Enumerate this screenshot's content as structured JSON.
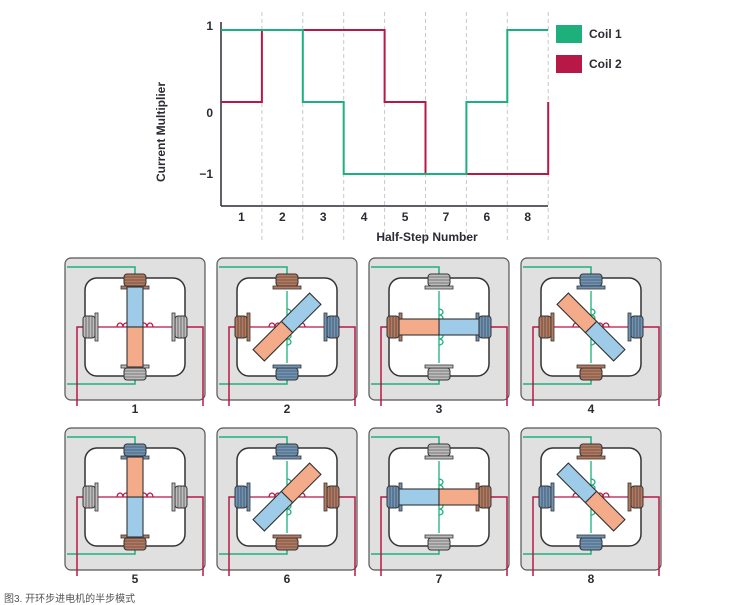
{
  "chart": {
    "ylabel": "Current Multiplier",
    "xlabel": "Half-Step Number",
    "y_ticks": [
      "1",
      "0",
      "−1"
    ],
    "x_ticks": [
      "1",
      "2",
      "3",
      "4",
      "5",
      "7",
      "6",
      "8"
    ],
    "legend": [
      {
        "label": "Coil 1",
        "color": "#1db07d"
      },
      {
        "label": "Coil 2",
        "color": "#b81846"
      }
    ],
    "coil1_levels": [
      1,
      1,
      0,
      -1,
      -1,
      -1,
      0,
      1
    ],
    "coil2_levels": [
      0,
      1,
      1,
      1,
      0,
      -1,
      -1,
      -1
    ],
    "coil2_end_level": 0
  },
  "panels": [
    {
      "label": "1",
      "rotor_angle": 90,
      "rotor_top": "#9dcbe8",
      "rotor_bottom": "#f4ab8a"
    },
    {
      "label": "2",
      "rotor_angle": 45,
      "rotor_top": "#9dcbe8",
      "rotor_bottom": "#f4ab8a"
    },
    {
      "label": "3",
      "rotor_angle": 0,
      "rotor_top": "#9dcbe8",
      "rotor_bottom": "#f4ab8a"
    },
    {
      "label": "4",
      "rotor_angle": -45,
      "rotor_top": "#9dcbe8",
      "rotor_bottom": "#f4ab8a"
    },
    {
      "label": "5",
      "rotor_angle": -90,
      "rotor_top": "#9dcbe8",
      "rotor_bottom": "#f4ab8a"
    },
    {
      "label": "6",
      "rotor_angle": -135,
      "rotor_top": "#9dcbe8",
      "rotor_bottom": "#f4ab8a"
    },
    {
      "label": "7",
      "rotor_angle": 180,
      "rotor_top": "#9dcbe8",
      "rotor_bottom": "#f4ab8a"
    },
    {
      "label": "8",
      "rotor_angle": 135,
      "rotor_top": "#9dcbe8",
      "rotor_bottom": "#f4ab8a"
    }
  ],
  "colors": {
    "coil1": "#1db07d",
    "coil2": "#b81846",
    "pole_brown": "#b57a5f",
    "pole_blue": "#6f94b8",
    "pole_gray": "#bdbdbd",
    "panel_bg": "#e0e0e0"
  },
  "caption": "图3. 开环步进电机的半步模式"
}
